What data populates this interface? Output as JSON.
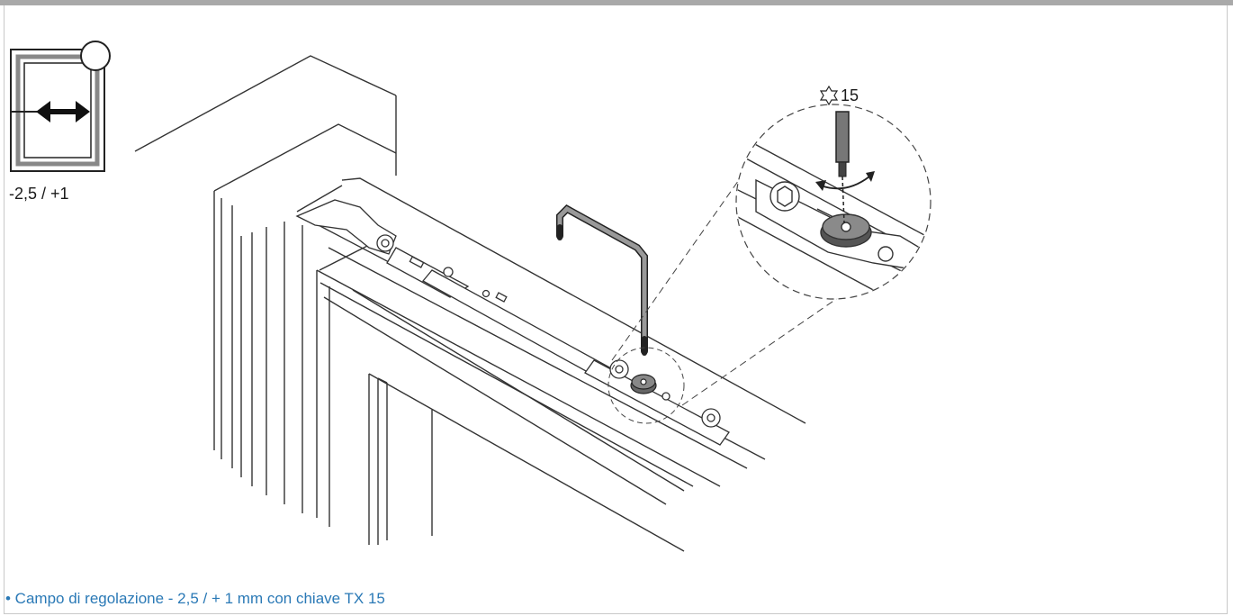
{
  "header": {
    "bar_color": "#a9a9a9"
  },
  "adjustment_icon": {
    "range_label": "-2,5 / +1",
    "icon_name": "window-horizontal-arrow-icon"
  },
  "tool": {
    "icon_name": "torx-star-icon",
    "size_label": "15"
  },
  "note": {
    "text": "• Campo di regolazione - 2,5 / + 1 mm con chiave TX 15",
    "color": "#2a79b6"
  }
}
